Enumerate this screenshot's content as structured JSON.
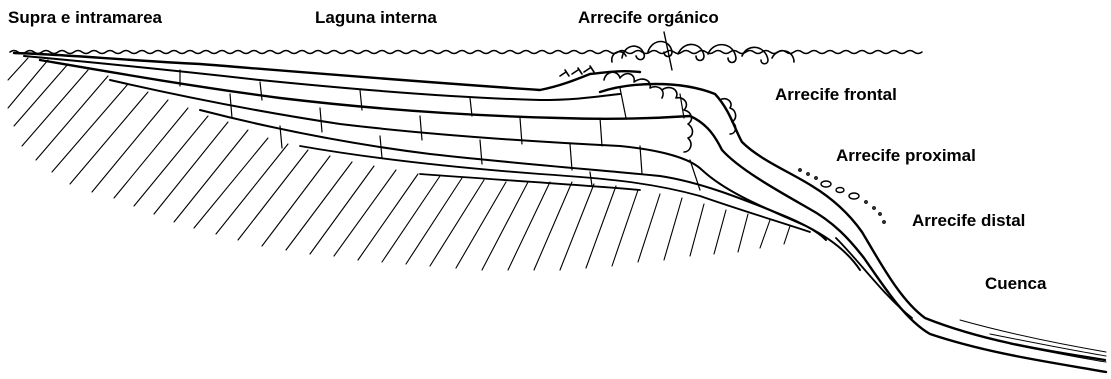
{
  "labels": {
    "supra_intramarea": "Supra e intramarea",
    "laguna_interna": "Laguna interna",
    "arrecife_organico": "Arrecife orgánico",
    "arrecife_frontal": "Arrecife frontal",
    "arrecife_proximal": "Arrecife proximal",
    "arrecife_distal": "Arrecife distal",
    "cuenca": "Cuenca"
  },
  "colors": {
    "ink": "#000000",
    "background": "#ffffff"
  }
}
